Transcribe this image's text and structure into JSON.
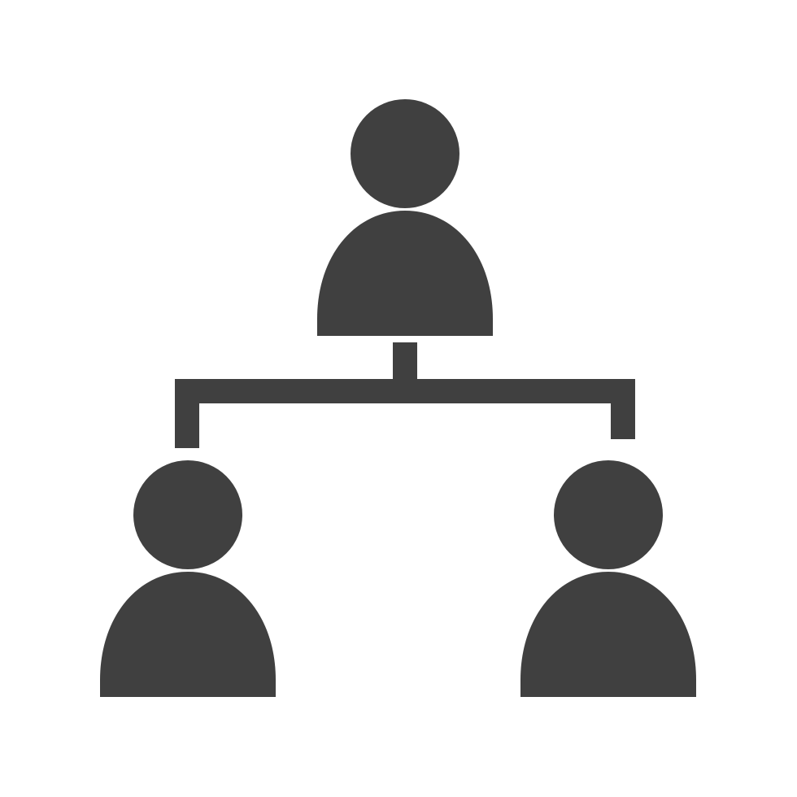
{
  "icon": {
    "name": "org-hierarchy-icon",
    "fill_color": "#404040",
    "background_color": "#ffffff",
    "people": [
      {
        "role": "parent",
        "icon": "person-icon"
      },
      {
        "role": "child-left",
        "icon": "person-icon"
      },
      {
        "role": "child-right",
        "icon": "person-icon"
      }
    ]
  }
}
